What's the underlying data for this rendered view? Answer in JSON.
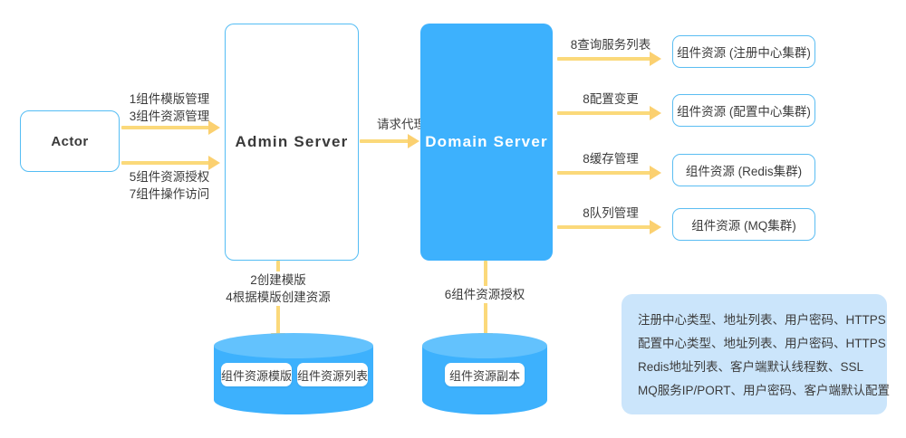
{
  "nodes": {
    "actor": {
      "label": "Actor"
    },
    "admin_server": {
      "label": "Admin  Server"
    },
    "domain_server": {
      "label": "Domain  Server"
    }
  },
  "flows": {
    "actor_to_admin_top": {
      "line1": "1组件模版管理",
      "line2": "3组件资源管理"
    },
    "actor_to_admin_bottom": {
      "line1": "5组件资源授权",
      "line2": "7组件操作访问"
    },
    "admin_to_domain": {
      "label": "请求代理"
    },
    "admin_to_store": {
      "line1": "2创建模版",
      "line2": "4根据模版创建资源"
    },
    "domain_to_store": {
      "label": "6组件资源授权"
    }
  },
  "resources": [
    {
      "arrow_label": "8查询服务列表",
      "box_label": "组件资源 (注册中心集群)"
    },
    {
      "arrow_label": "8配置变更",
      "box_label": "组件资源 (配置中心集群)"
    },
    {
      "arrow_label": "8缓存管理",
      "box_label": "组件资源 (Redis集群)"
    },
    {
      "arrow_label": "8队列管理",
      "box_label": "组件资源 (MQ集群)"
    }
  ],
  "stores": {
    "admin_store": {
      "chips": [
        "组件资源模版",
        "组件资源列表"
      ]
    },
    "domain_store": {
      "chips": [
        "组件资源副本"
      ]
    }
  },
  "info_panel": {
    "lines": [
      "注册中心类型、地址列表、用户密码、HTTPS",
      "配置中心类型、地址列表、用户密码、HTTPS",
      "Redis地址列表、客户端默认线程数、SSL",
      "MQ服务IP/PORT、用户密码、客户端默认配置"
    ]
  },
  "colors": {
    "node_fill_blue": "#3db1fd",
    "node_border_blue": "#54bdf4",
    "arrow_amber": "#fbd97a",
    "arrowhead_amber": "#fbd070",
    "info_panel_bg": "#cbe5fb",
    "cylinder_top": "#63c2fd",
    "text": "#3c3c3c"
  }
}
